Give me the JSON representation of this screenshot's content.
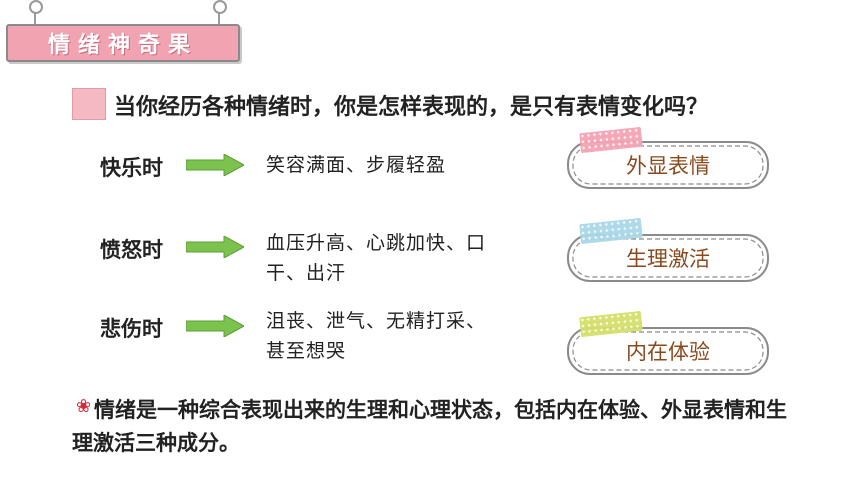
{
  "banner": {
    "title": "情绪神奇果"
  },
  "question": "当你经历各种情绪时，你是怎样表现的，是只有表情变化吗？",
  "rows": [
    {
      "emotion": "快乐时",
      "desc_lines": [
        "笑容满面、步履轻盈"
      ]
    },
    {
      "emotion": "愤怒时",
      "desc_lines": [
        "血压升高、心跳加快、口",
        "干、出汗"
      ]
    },
    {
      "emotion": "悲伤时",
      "desc_lines": [
        "沮丧、泄气、无精打采、",
        "甚至想哭"
      ]
    }
  ],
  "cards": [
    {
      "label": "外显表情",
      "tape_color": "#f4a3b4"
    },
    {
      "label": "生理激活",
      "tape_color": "#a9d8e8"
    },
    {
      "label": "内在体验",
      "tape_color": "#d4e06a"
    }
  ],
  "conclusion": "情绪是一种综合表现出来的生理和心理状态，包括内在体验、外显表情和生理激活三种成分。",
  "colors": {
    "banner": "#f2a3b1",
    "arrow": "#7cc24e",
    "card_text": "#8a4a1e",
    "flower": "#d9273b"
  },
  "icons": {
    "bullet": "flower-icon",
    "arrow": "right-arrow-icon"
  }
}
